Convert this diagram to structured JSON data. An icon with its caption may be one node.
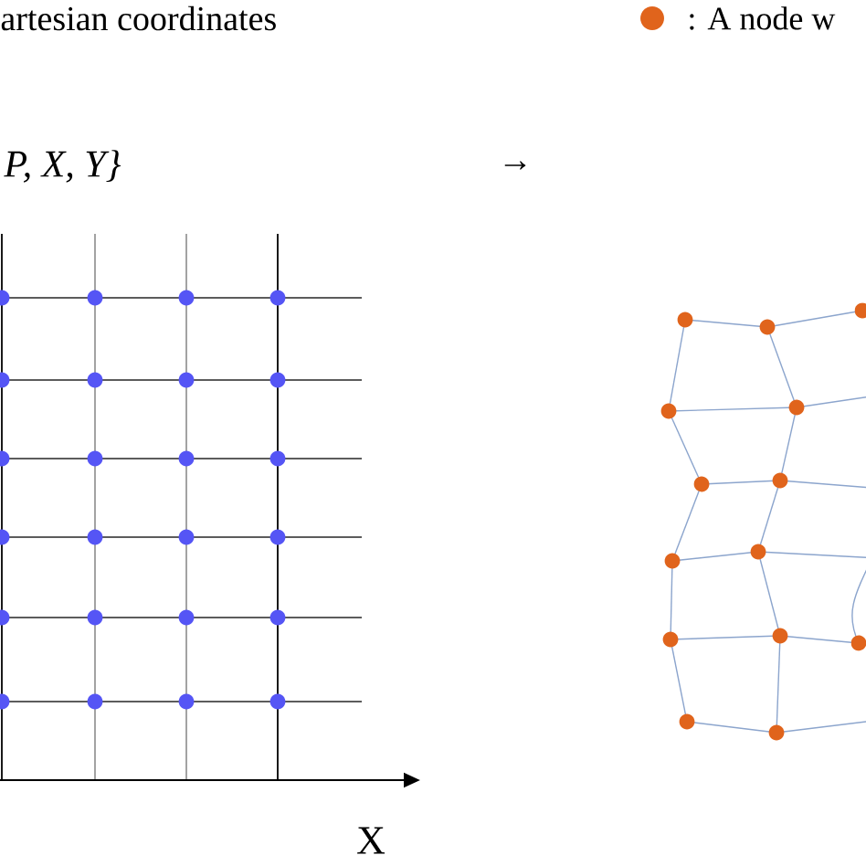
{
  "diagram": {
    "labels": [
      "artesian coordinates",
      "*P*, *X*, *Y*}",
      "→",
      "X"
    ],
    "legend": [
      {
        "text": ": A node w",
        "color": "#e0641c"
      }
    ]
  }
}
